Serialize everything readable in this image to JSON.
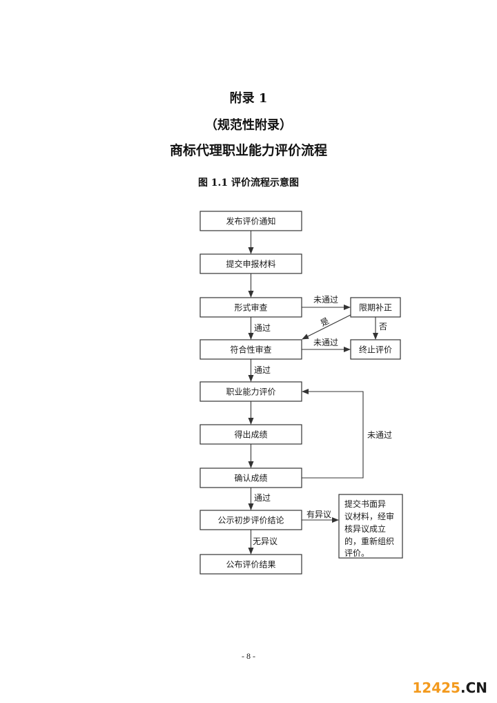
{
  "heading": {
    "appendix": "附录 1",
    "type": "（规范性附录）",
    "title": "商标代理职业能力评价流程",
    "figure_caption": "图 1.1  评价流程示意图"
  },
  "flow": {
    "boxes": {
      "notice": "发布评价通知",
      "submit": "提交申报材料",
      "formal": "形式审查",
      "compliance": "符合性审查",
      "ability": "职业能力评价",
      "score": "得出成绩",
      "confirm": "确认成绩",
      "publicize": "公示初步评价结论",
      "publish": "公布评价结果",
      "supplement": "限期补正",
      "terminate": "终止评价",
      "objection_note": [
        "提交书面异",
        "议材料，经审",
        "核异议成立",
        "的，重新组织",
        "评价。"
      ]
    },
    "labels": {
      "formal_fail": "未通过",
      "formal_pass": "通过",
      "supplement_yes": "是",
      "supplement_no": "否",
      "compliance_fail": "未通过",
      "compliance_pass": "通过",
      "confirm_fail": "未通过",
      "confirm_pass": "通过",
      "has_objection": "有异议",
      "no_objection": "无异议"
    }
  },
  "page_number": "- 8 -",
  "watermark": {
    "digits": "12425",
    "suffix": ".CN"
  }
}
